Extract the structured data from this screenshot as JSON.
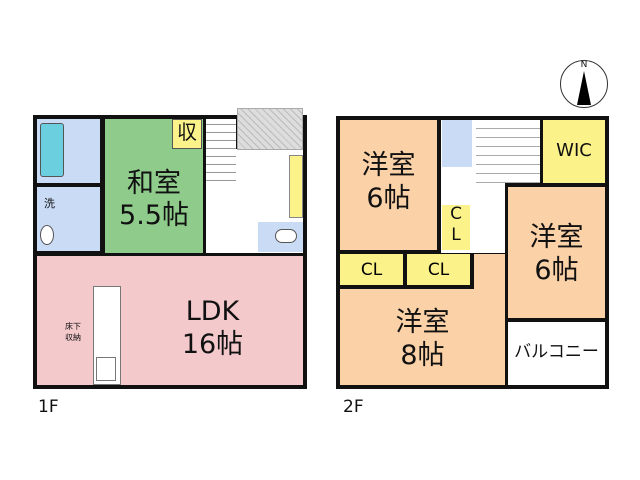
{
  "colors": {
    "washitsu": "#8fcb8a",
    "ldk": "#f3c9cc",
    "yoshitsu": "#fbd1a8",
    "closet": "#fbf38a",
    "wet": "#c9dbf5",
    "tub": "#6ccfe0"
  },
  "floor1": {
    "label": "1F",
    "washitsu": {
      "name": "和室",
      "size": "5.5帖"
    },
    "storage": "収",
    "wash": "洗",
    "ldk": {
      "name": "LDK",
      "size": "16帖"
    },
    "underfloor_line1": "床下",
    "underfloor_line2": "収納"
  },
  "floor2": {
    "label": "2F",
    "room_nw": {
      "name": "洋室",
      "size": "6帖"
    },
    "room_e": {
      "name": "洋室",
      "size": "6帖"
    },
    "room_s": {
      "name": "洋室",
      "size": "8帖"
    },
    "wic": "WIC",
    "cl_vertical_1": "C",
    "cl_vertical_2": "L",
    "cl_left": "CL",
    "cl_mid": "CL",
    "balcony": "バルコニー"
  },
  "compass": {
    "north": "N"
  }
}
